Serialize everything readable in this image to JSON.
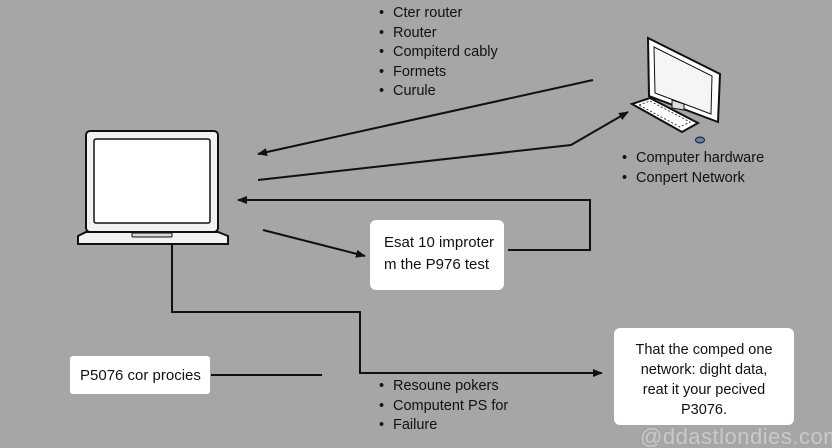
{
  "lists": {
    "top": [
      "Cter router",
      "Router",
      "Compiterd cably",
      "Formets",
      "Curule"
    ],
    "right": [
      "Computer hardware",
      "Conpert Network"
    ],
    "bottom": [
      "Resoune pokers",
      "Computent PS for",
      "Failure"
    ]
  },
  "boxes": {
    "test": [
      "Esat 10 improter",
      "m the P976 test"
    ],
    "network": [
      "That the comped one",
      "network: dight data,",
      "reat it your pecived",
      "P3076."
    ],
    "procies": "P5076 cor procies"
  },
  "watermark": "@ddastlondies.com",
  "colors": {
    "background": "#a6a6a6",
    "box": "#ffffff",
    "line": "#111111"
  },
  "icons": [
    "laptop-icon",
    "desktop-monitor-icon",
    "keyboard-icon",
    "mouse-icon"
  ]
}
